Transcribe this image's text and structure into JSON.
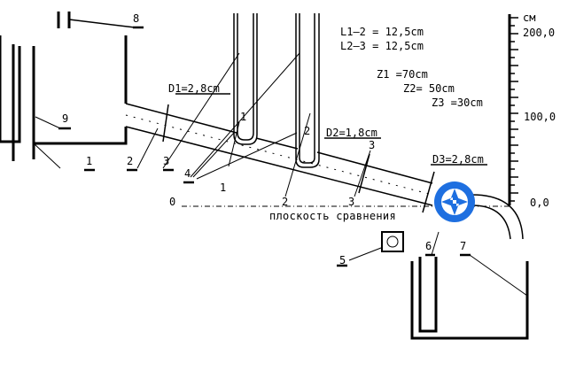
{
  "diagram": {
    "plane_label": "плоскость сравнения",
    "zero_mark": "0",
    "scale": {
      "unit": "см",
      "top": "200,0",
      "middle": "100,0",
      "bottom": "0,0"
    },
    "lengths": {
      "l12": "L1–2   =   12,5cm",
      "l23": "L2–3   =   12,5cm"
    },
    "heights": {
      "z1": "Z1 =70cm",
      "z2": "Z2= 50cm",
      "z3": "Z3 =30cm"
    },
    "diameters": {
      "d1": "D1=2,8cm",
      "d2": "D2=1,8cm",
      "d3": "D3=2,8cm"
    },
    "callouts": {
      "n1": "1",
      "n2": "2",
      "n3": "3",
      "n4": "4",
      "n5": "5",
      "n6": "6",
      "n7": "7",
      "n8": "8",
      "n9": "9"
    },
    "section_marks": {
      "s1_axis": "1",
      "s1_tube": "1",
      "s2_axis": "2",
      "s2_tube": "2",
      "s3_axis": "3",
      "s3_top": "3"
    },
    "colors": {
      "line": "#000000",
      "valve": "#1e6fe0"
    }
  }
}
